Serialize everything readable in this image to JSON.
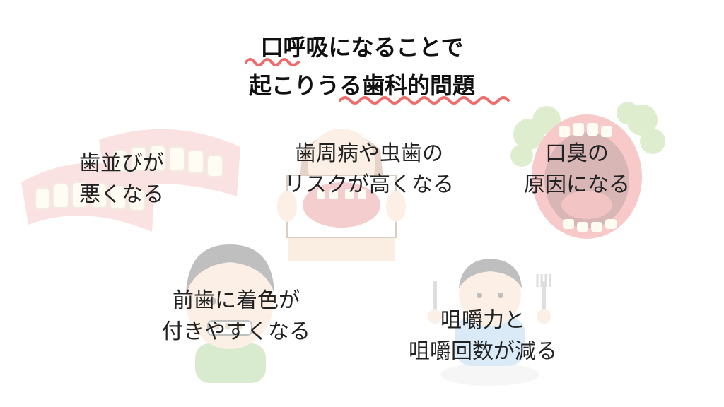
{
  "title": {
    "line1": "口呼吸になることで",
    "line2": "起こりうる歯科的問題"
  },
  "problems": [
    {
      "line1": "歯並びが",
      "line2": "悪くなる"
    },
    {
      "line1": "歯周病や虫歯の",
      "line2": "リスクが高くなる"
    },
    {
      "line1": "口臭の",
      "line2": "原因になる"
    },
    {
      "line1": "前歯に着色が",
      "line2": "付きやすくなる"
    },
    {
      "line1": "咀嚼力と",
      "line2": "咀嚼回数が減る"
    }
  ],
  "colors": {
    "accent_underline": "#f06b6b",
    "gum_pink": "#f2a7a7",
    "skin": "#f7d2b4",
    "hair": "#4a3a2a",
    "odor_green": "#9fc96b",
    "shirt_green": "#8bc36a",
    "shirt_blue": "#8fc3e8"
  },
  "icons": [
    "teeth-model-icon",
    "woman-holding-teeth-card-icon",
    "open-mouth-bad-breath-icon",
    "boy-stained-teeth-icon",
    "boy-with-fork-knife-icon"
  ]
}
